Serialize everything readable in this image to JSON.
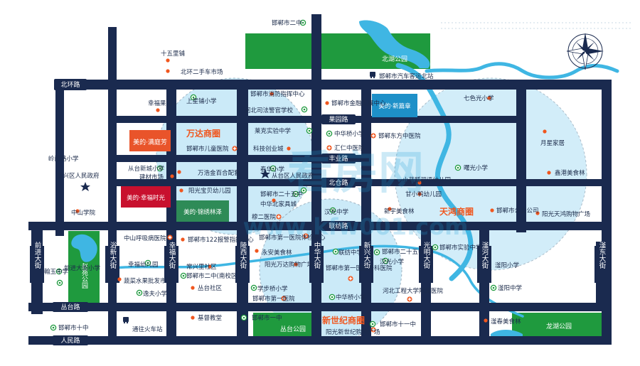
{
  "colors": {
    "road": "#1a2a4f",
    "water": "#3fb6e3",
    "park": "#1f9a3e",
    "circle": "#bfe6f7",
    "accent": "#f0561e",
    "text": "#1c2b4a"
  },
  "icons": {
    "poi": "orange-dot-icon",
    "school": "green-badge-icon",
    "hospital": "orange-cross-icon",
    "gov": "star-icon",
    "bus": "bus-icon",
    "compass": "compass-rose-icon"
  },
  "roads": {
    "bei_huan": "北环路",
    "guo_yuan": "果园路",
    "ren_lu": "人民路",
    "shou_ye": "丰业路",
    "bei_ge": "北仓路",
    "lian_fang": "联纺路",
    "cong_tai": "丛台路",
    "ren_min": "人民路",
    "qian_jin": "前进大街",
    "yu_xin": "浴新大街",
    "xing_fu": "幸福大街",
    "ling_xi": "陵西大街",
    "zhong_hua": "中华大街",
    "xin_xing": "新兴大街",
    "guang_ming": "光明大街",
    "fu_he": "滏河大街",
    "fu_dong": "滏东大街"
  },
  "parks": {
    "bei_hu": "北湖公园",
    "zhao_yuan": "赵苑公园",
    "cong_tai": "丛台公园",
    "long_hu": "龙湖公园"
  },
  "districts": {
    "wanda": "万达商圈",
    "tianhong": "天鸿商圈",
    "xinshiji": "新世纪商圈"
  },
  "projects": {
    "mansion": "美的·满庭芳",
    "xingfu": "美的·幸福时光",
    "jinxiu": "美的·锦绣林泽",
    "bluebox": "美的·新篇章"
  },
  "watermark": {
    "name": "看房网",
    "url": "www.kfw001.com"
  },
  "pois": {
    "p01": "邯郸市二中",
    "p02": "十五里铺",
    "p03": "北环二手车市场",
    "p04": "邯郸市汽车客运北站",
    "p05": "幸福果园",
    "p06": "上星铺小学",
    "p07": "邯郸市消防指挥中心",
    "p08": "河北司法警官学校",
    "p09": "邯郸市金融发展中心",
    "p10": "七色光小学",
    "p11": "邯郸市儿童医院",
    "p12": "莱克实验中学",
    "p13": "科技创业城",
    "p14": "中华桥小学",
    "p15": "汇仁中医院",
    "p16": "邯郸东方中医院",
    "p17": "月星家居",
    "p18": "万浩金百合配套",
    "p19": "从台区人民政府",
    "p20": "从台新城小学",
    "p21": "建材市场",
    "p22": "曙光小学",
    "p23": "鑫港美食林",
    "p24": "岭南路小学",
    "p25": "复兴区人民政府",
    "p26": "小蓝狐双语幼儿园",
    "p27": "邯郸市二十五中",
    "p28": "中华北家具城",
    "p29": "阳光宝贝幼儿园",
    "p30": "甘小鸭幼儿园",
    "p31": "新宇美食林",
    "p32": "中山学院",
    "p33": "汉光中学",
    "p34": "穆二医院",
    "p35": "邯郸市公交公司",
    "p36": "阳光天鸿购物广场",
    "p37": "春华小学",
    "p38": "中山呼吸病医院",
    "p39": "邯郸市122报警指挥中心",
    "p40": "邯郸市第一医院体检中心",
    "p41": "永安美食林",
    "p42": "联纺中学",
    "p43": "邯郸市二十五中",
    "p44": "邯郸市实验中学",
    "p45": "幸福幼儿园",
    "p46": "常兴里社区",
    "p47": "邯郸市二中(南校区)",
    "p48": "阳光万达购物广场",
    "p49": "邯郸市第一医院肾科医院",
    "p50": "汉光小学",
    "p51": "滏阳中学",
    "p52": "前进大街小学",
    "p53": "翰玉中学",
    "p54": "蔬菜水果批发市场",
    "p55": "逸夫小学",
    "p56": "丛台社区",
    "p57": "学步桥小学",
    "p58": "邯郸市第一医院",
    "p59": "中华桥小学",
    "p60": "河北工程大学附属医院",
    "p61": "基督教堂",
    "p62": "邯郸市一中",
    "p63": "邯郸市十一中",
    "p64": "邯郸市十中",
    "p65": "通往火车站",
    "p66": "阳光新世纪购物广场",
    "p67": "滏春美食林",
    "p68": "滏阳小学"
  }
}
